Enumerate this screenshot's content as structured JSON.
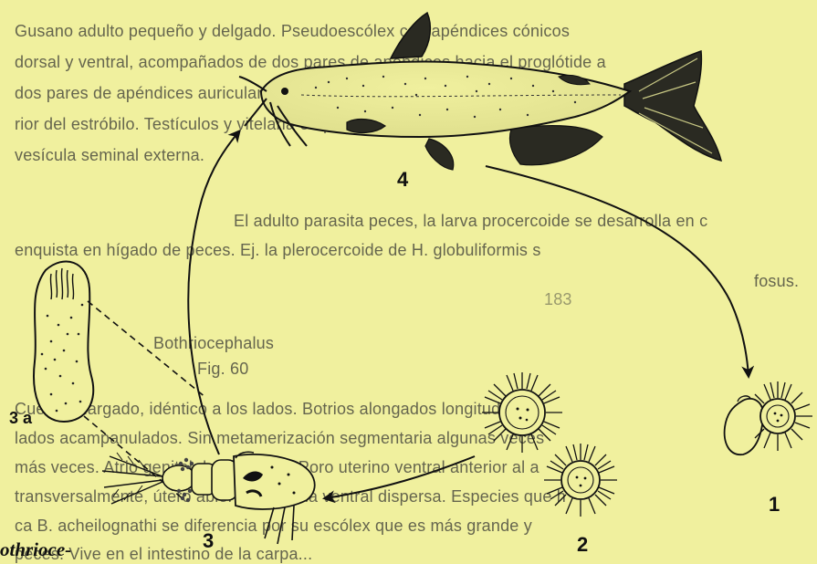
{
  "colors": {
    "paper": "#f0f09e",
    "ink": "#1a1a14",
    "bleed": "#505046"
  },
  "bleed_text": {
    "lines": [
      "Gusano adulto pequeño y delgado. Pseudoescólex con apéndices cónicos",
      "dorsal y ventral, acompañados de dos pares de apéndices hacia el proglótide a",
      "dos pares de apéndices auriculares posterolaterales. Segmentación exte",
      "rior del estróbilo. Testículos y vitelaria en posición medial y lateral ha",
      "vesícula seminal externa.",
      "El adulto parasita peces, la larva procercoide se desarrolla en c",
      "enquista en hígado de peces. Ej. la plerocercoide de H. globuliformis s",
      "fosus.",
      "Bothriocephalus",
      "Fig. 60",
      "Cuerpo alargado, idéntico a los lados. Botrios alongados longitud",
      "lados acampanulados. Sin metamerización segmentaria algunas veces",
      "más veces. Atrio genital dorsomedial. Poro uterino ventral anterior al a",
      "transversalmente, útero abierto. Vitelaria ventral dispersa. Especies que h",
      "ca B. acheilognathi se diferencia por su escólex que es más grande y",
      "peces. Vive en el intestino de la carpa..."
    ],
    "page_number": "183"
  },
  "labels": {
    "fish": "4",
    "larva_free": "3 a",
    "copepod": "3",
    "coracidium_b": "2",
    "coracidium_a": "1",
    "title_fragment": "othrioce-"
  },
  "icons": [
    "catfish-host-icon",
    "procercoid-larva-icon",
    "copepod-host-icon",
    "coracidium-icon",
    "hatching-egg-coracidium-icon",
    "cycle-arrow-icon"
  ]
}
